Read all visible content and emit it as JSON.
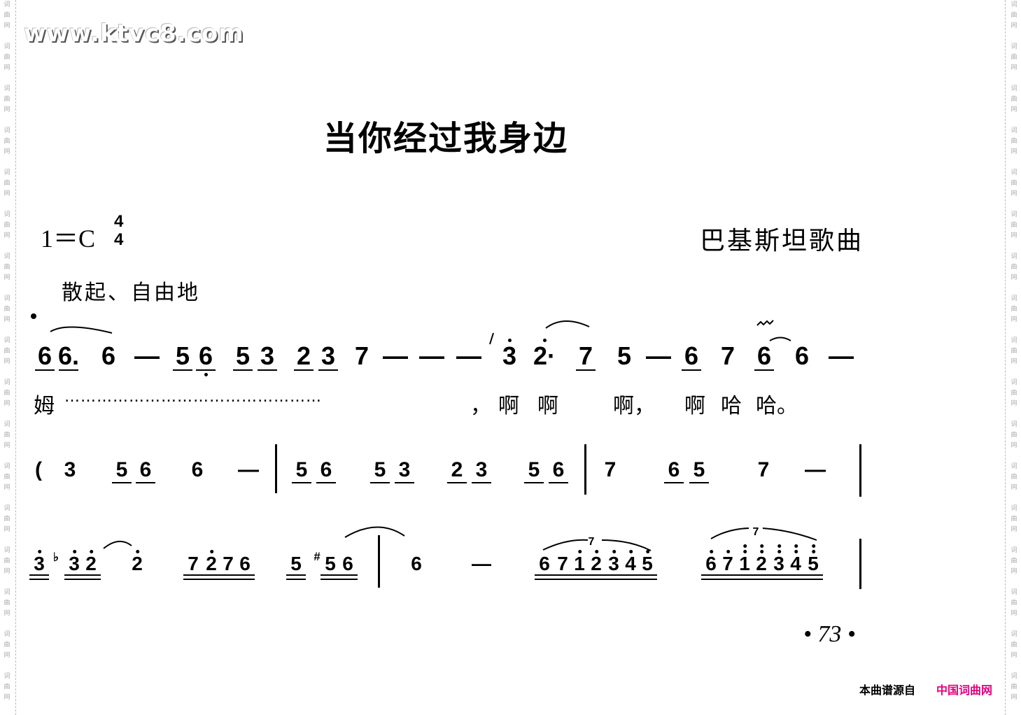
{
  "margin_watermark": "词曲网",
  "watermark": "www.ktvc8.com",
  "title": "当你经过我身边",
  "key_signature": "1＝C",
  "time_signature": {
    "top": "4",
    "bottom": "4"
  },
  "composer": "巴基斯坦歌曲",
  "tempo_marking": "散起、自由地",
  "rows": [
    {
      "notes": [
        "6",
        "6.",
        "6",
        "—",
        "5",
        "6",
        "5",
        "3",
        "2",
        "3",
        "7",
        "—",
        "—",
        "—",
        "3",
        "2·",
        "7",
        "5",
        "—",
        "6",
        "7",
        "6",
        "6",
        "—"
      ]
    },
    {
      "notes": [
        "(",
        "3",
        "5",
        "6",
        "6",
        "—",
        "5",
        "6",
        "5",
        "3",
        "2",
        "3",
        "5",
        "6",
        "7",
        "6",
        "5",
        "7",
        "—"
      ]
    },
    {
      "notes": [
        "3",
        "♭",
        "3",
        "2",
        "2",
        "7",
        "2",
        "7",
        "6",
        "5",
        "#",
        "5",
        "6",
        "6",
        "—",
        "6",
        "7",
        "1",
        "2",
        "3",
        "4",
        "5",
        "6",
        "7",
        "1",
        "2",
        "3",
        "4",
        "5"
      ]
    }
  ],
  "tuplets": [
    "7",
    "7"
  ],
  "lyrics": {
    "first": "姆",
    "dots": "…………………………………………",
    "comma": "，",
    "words": [
      "啊",
      "啊",
      "啊，",
      "啊",
      "哈",
      "哈。"
    ]
  },
  "page_number": "• 73 •",
  "footer": {
    "source_label": "本曲谱源自",
    "site_name": "中国词曲网",
    "site_color": "#e6007e"
  }
}
